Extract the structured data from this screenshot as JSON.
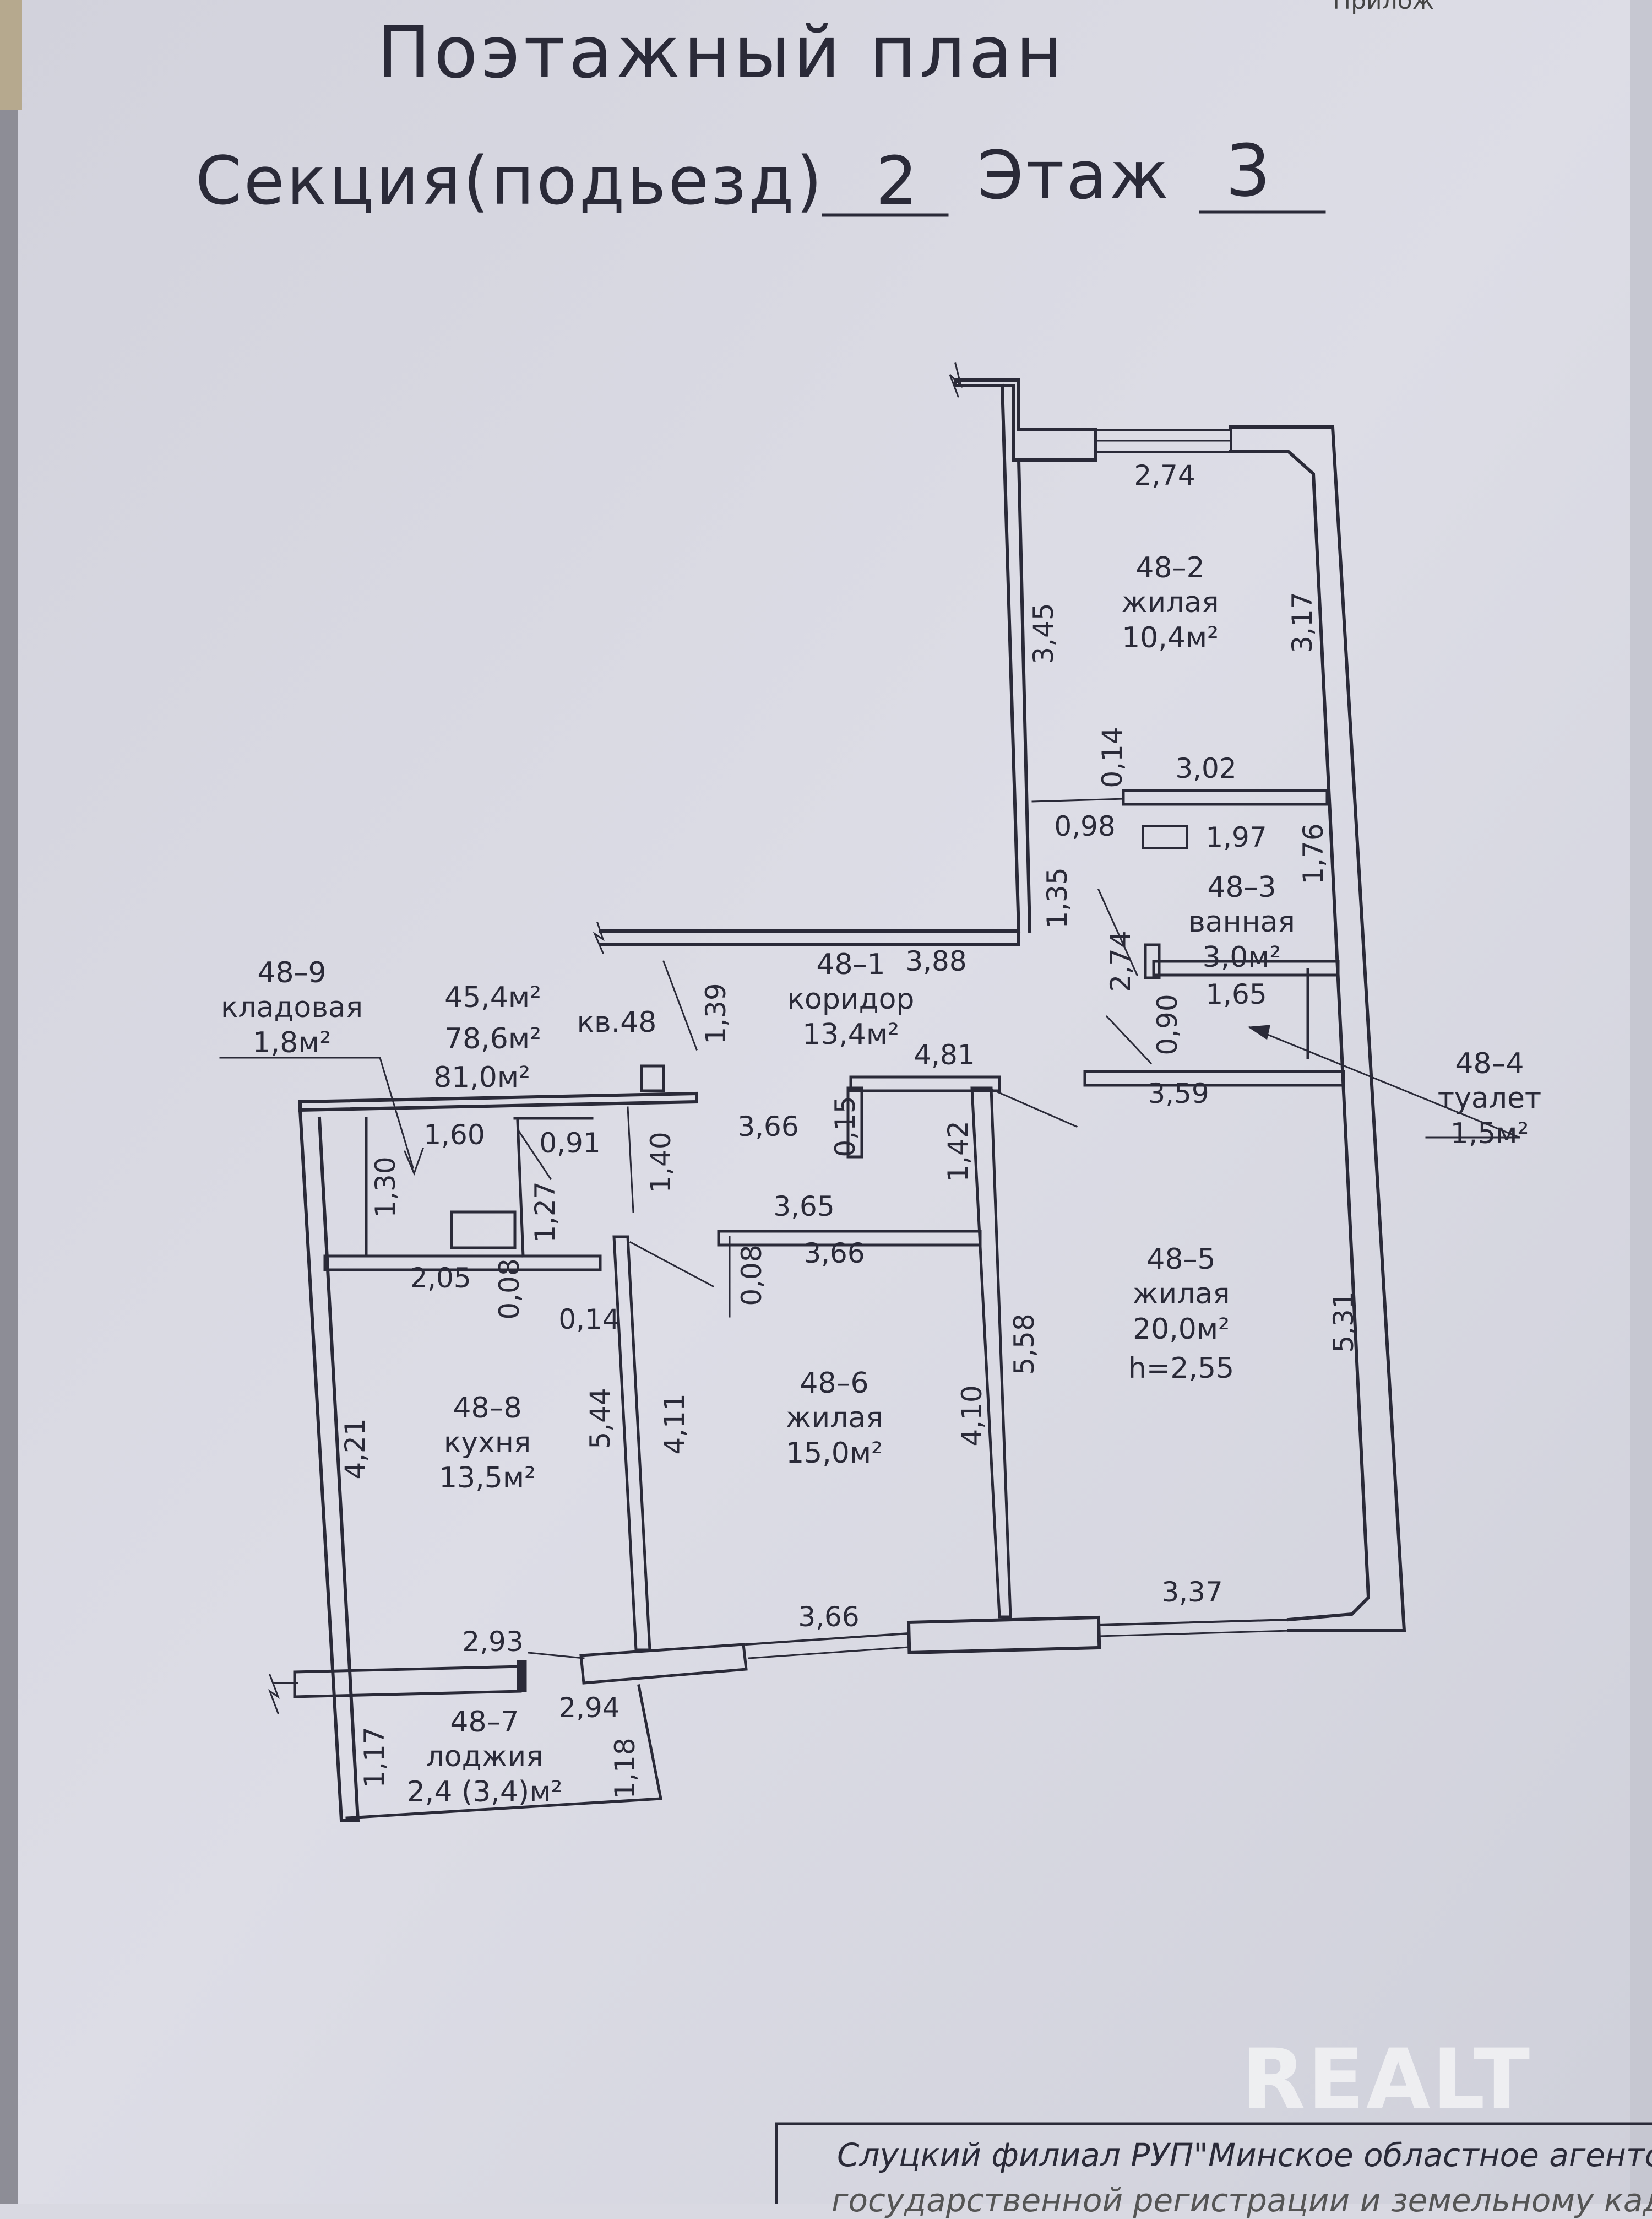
{
  "header": {
    "title": "Поэтажный план",
    "section_label": "Секция(подьезд)",
    "section_value": "2",
    "floor_label": "Этаж",
    "floor_value": "3",
    "corner_text": "Прилож"
  },
  "apartment": {
    "number": "кв.48",
    "area_living": "45,4м²",
    "area_total": "78,6м²",
    "area_total_with_loggia": "81,0м²"
  },
  "rooms": {
    "r1": {
      "id": "48–1",
      "name": "коридор",
      "area": "13,4м²"
    },
    "r2": {
      "id": "48–2",
      "name": "жилая",
      "area": "10,4м²"
    },
    "r3": {
      "id": "48–3",
      "name": "ванная",
      "area": "3,0м²"
    },
    "r4": {
      "id": "48–4",
      "name": "туалет",
      "area": "1,5м²"
    },
    "r5": {
      "id": "48–5",
      "name": "жилая",
      "area": "20,0м²",
      "height": "h=2,55"
    },
    "r6": {
      "id": "48–6",
      "name": "жилая",
      "area": "15,0м²"
    },
    "r7": {
      "id": "48–7",
      "name": "лоджия",
      "area": "2,4 (3,4)м²"
    },
    "r8": {
      "id": "48–8",
      "name": "кухня",
      "area": "13,5м²"
    },
    "r9": {
      "id": "48–9",
      "name": "кладовая",
      "area": "1,8м²"
    }
  },
  "dimensions": {
    "d_274_top": "2,74",
    "d_345": "3,45",
    "d_317": "3,17",
    "d_014a": "0,14",
    "d_302": "3,02",
    "d_098": "0,98",
    "d_197": "1,97",
    "d_176": "1,76",
    "d_135": "1,35",
    "d_274_v": "2,74",
    "d_388": "3,88",
    "d_139": "1,39",
    "d_090": "0,90",
    "d_165": "1,65",
    "d_481": "4,81",
    "d_359": "3,59",
    "d_015": "0,15",
    "d_142": "1,42",
    "d_366a": "3,66",
    "d_160": "1,60",
    "d_091": "0,91",
    "d_140": "1,40",
    "d_130": "1,30",
    "d_127": "1,27",
    "d_365": "3,65",
    "d_366b": "3,66",
    "d_205": "2,05",
    "d_008a": "0,08",
    "d_008b": "0,08",
    "d_014b": "0,14",
    "d_558": "5,58",
    "d_531": "5,31",
    "d_421": "4,21",
    "d_544": "5,44",
    "d_411": "4,11",
    "d_410": "4,10",
    "d_337": "3,37",
    "d_366c": "3,66",
    "d_293": "2,93",
    "d_294": "2,94",
    "d_117": "1,17",
    "d_118": "1,18"
  },
  "watermark": "REALT",
  "footer": {
    "line1": "Слуцкий филиал РУП\"Минское областное агентст",
    "line2": "государственной регистрации и земельному када"
  },
  "colors": {
    "paper": "#d9d9e2",
    "ink": "#2a2a38"
  }
}
